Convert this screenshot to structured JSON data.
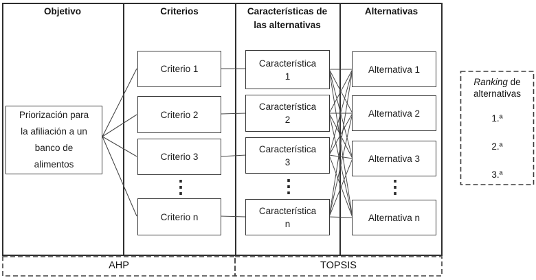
{
  "diagram": {
    "headers": {
      "objetivo": "Objetivo",
      "criterios": "Criterios",
      "caracteristicas": "Características de las alternativas",
      "alternativas": "Alternativas"
    },
    "objetivo": {
      "lines": [
        "Priorización para",
        "la afiliación a un",
        "banco de",
        "alimentos"
      ]
    },
    "criterios": [
      "Criterio 1",
      "Criterio 2",
      "Criterio 3",
      "Criterio n"
    ],
    "caracteristicas": [
      {
        "line1": "Característica",
        "line2": "1"
      },
      {
        "line1": "Característica",
        "line2": "2"
      },
      {
        "line1": "Característica",
        "line2": "3"
      },
      {
        "line1": "Característica",
        "line2": "n"
      }
    ],
    "alternativas": [
      "Alternativa 1",
      "Alternativa 2",
      "Alternativa 3",
      "Alternativa n"
    ],
    "ellipsis": "⋮",
    "stages": {
      "ahp": "AHP",
      "topsis": "TOPSIS"
    },
    "ranking": {
      "title_italic": "Ranking",
      "title_rest": "de alternativas",
      "items": [
        "1.ª",
        "2.ª",
        "3.ª"
      ]
    }
  }
}
